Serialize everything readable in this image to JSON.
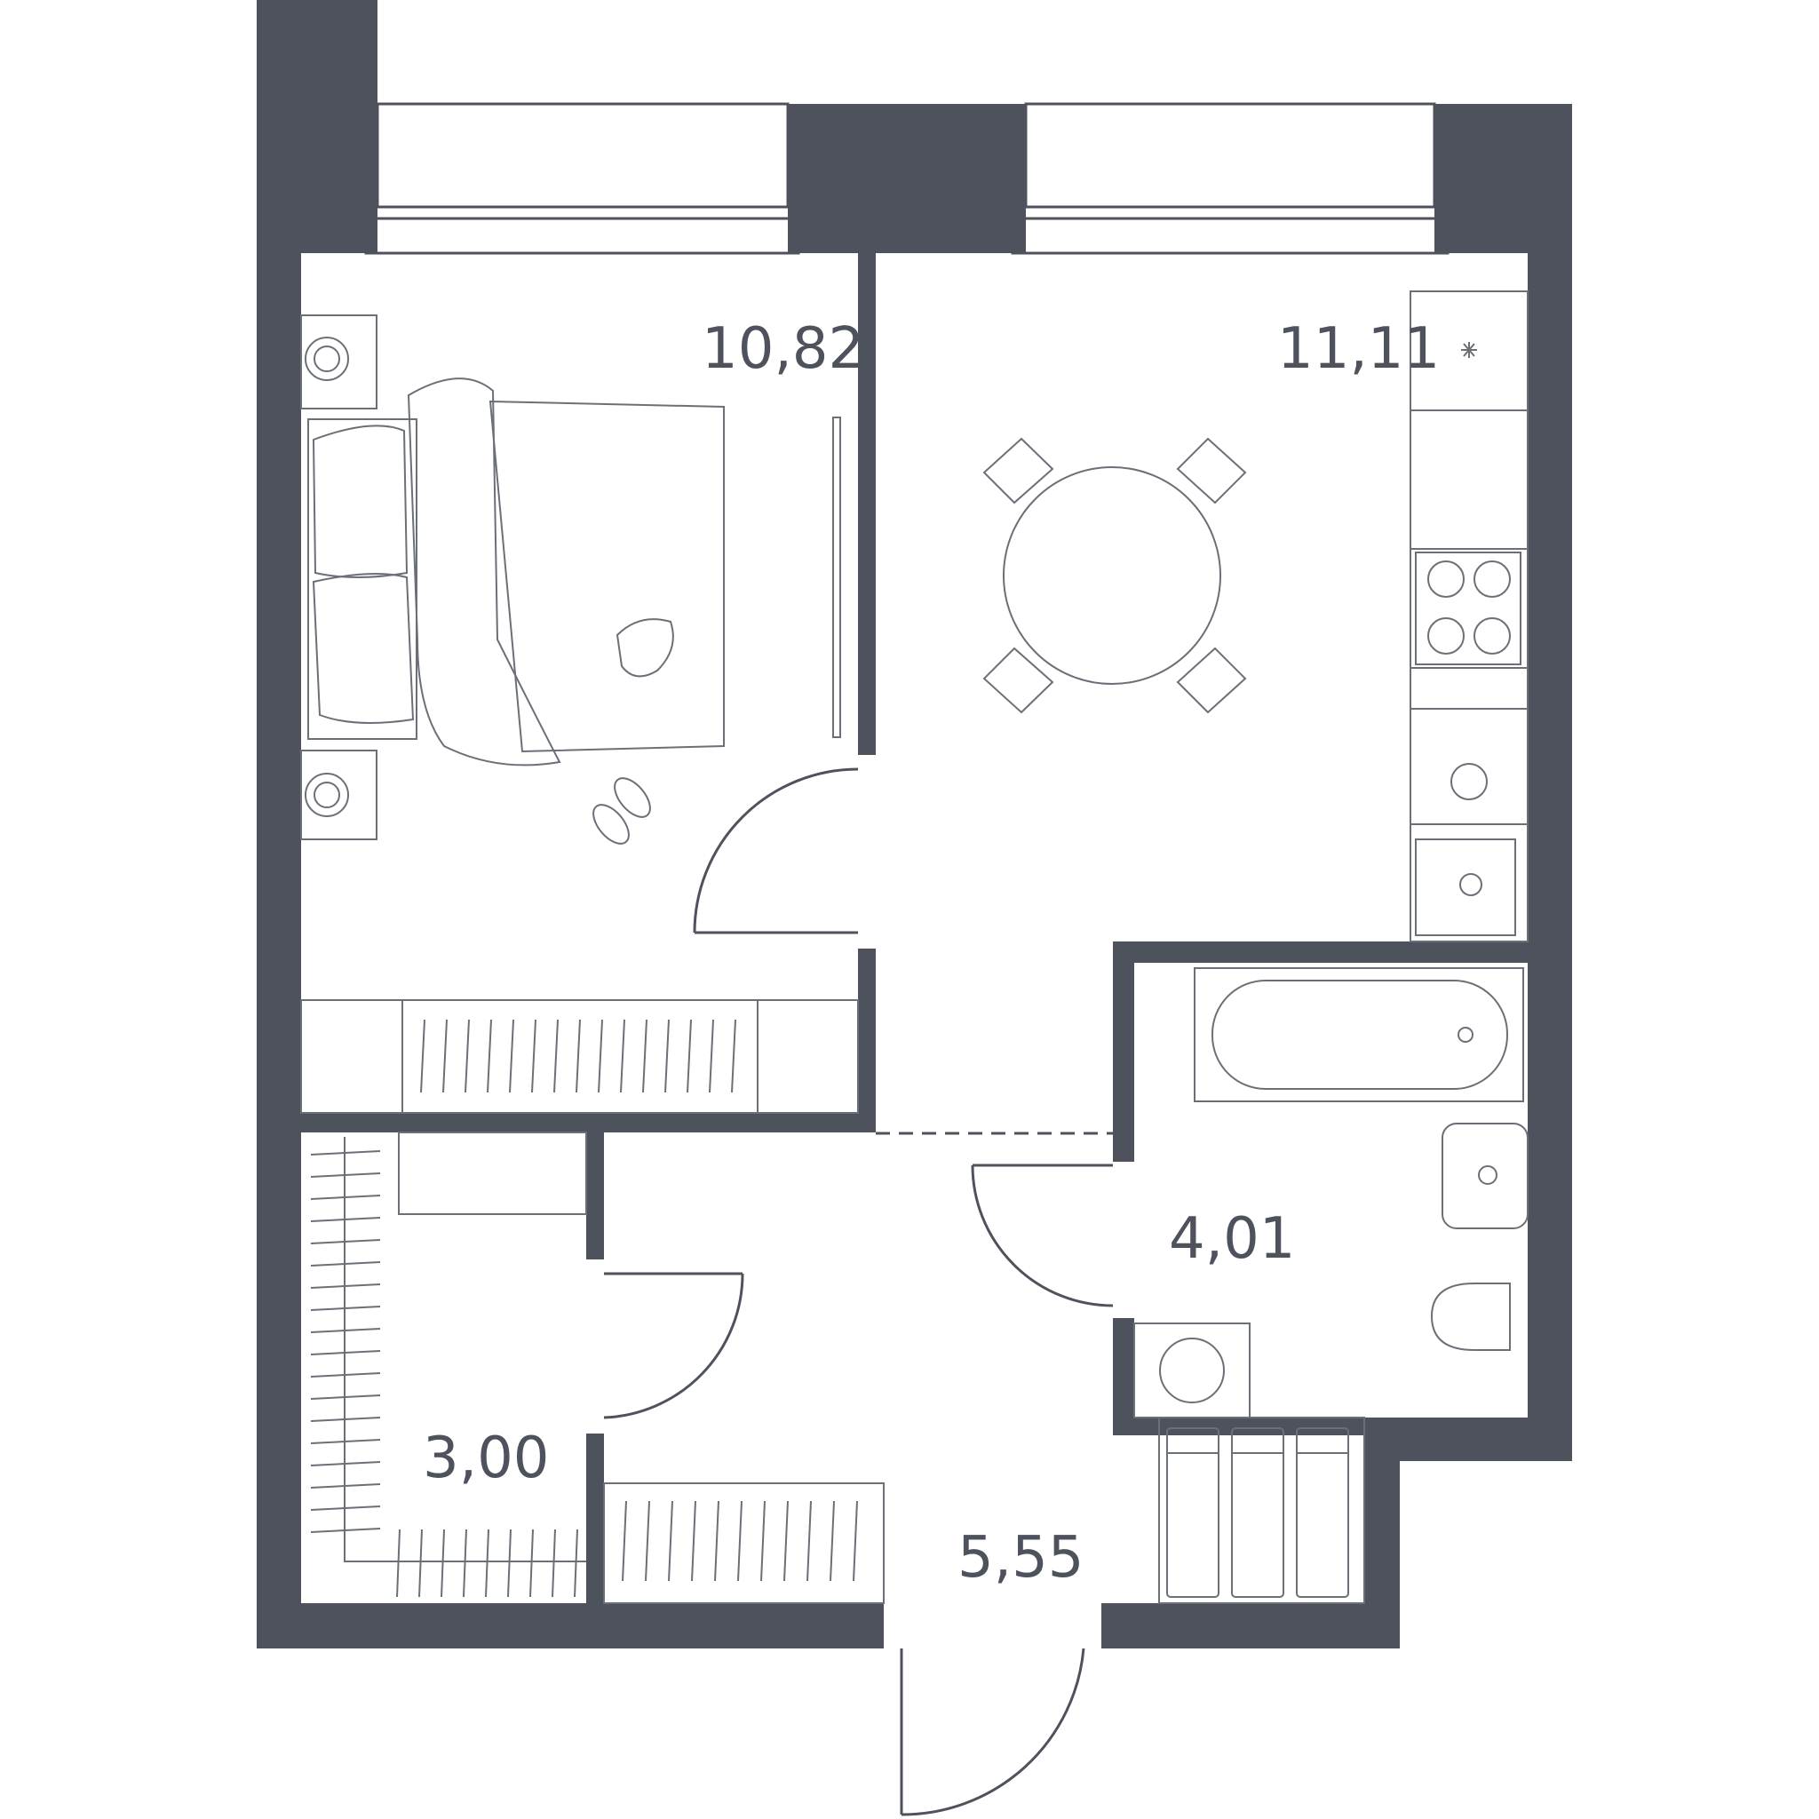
{
  "rooms": [
    {
      "id": "bedroom",
      "area": "10,82"
    },
    {
      "id": "kitchen",
      "area": "11,11"
    },
    {
      "id": "bathroom",
      "area": "4,01"
    },
    {
      "id": "wardrobe",
      "area": "3,00"
    },
    {
      "id": "hallway",
      "area": "5,55"
    }
  ],
  "colors": {
    "wall": "#4e525d",
    "line": "#6b6f78",
    "background": "#ffffff"
  }
}
